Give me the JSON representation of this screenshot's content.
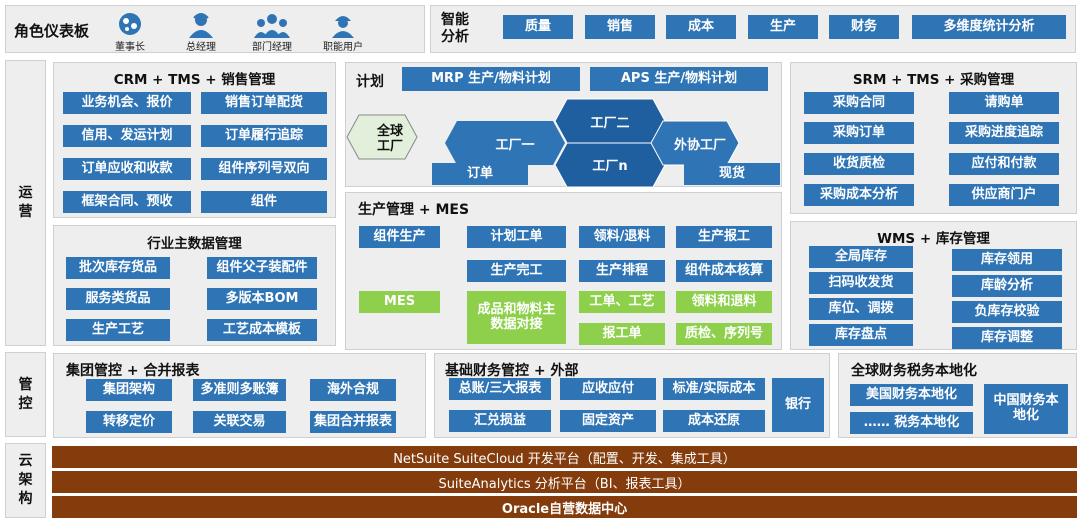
{
  "role_dashboard": {
    "title": "角色仪表板",
    "roles": [
      {
        "label": "董事长",
        "icon": "chairman-icon"
      },
      {
        "label": "总经理",
        "icon": "general-manager-icon"
      },
      {
        "label": "部门经理",
        "icon": "department-manager-icon"
      },
      {
        "label": "职能用户",
        "icon": "functional-user-icon"
      }
    ]
  },
  "smart_analysis": {
    "title": "智能分析",
    "items": [
      "质量",
      "销售",
      "成本",
      "生产",
      "财务",
      "多维度统计分析"
    ]
  },
  "side_labels": {
    "operations": "运营",
    "control": "管控",
    "cloud": "云架构"
  },
  "crm": {
    "title": "CRM + TMS + 销售管理",
    "items": [
      "业务机会、报价",
      "销售订单配货",
      "信用、发运计划",
      "订单履行追踪",
      "订单应收和收款",
      "组件序列号双向",
      "框架合同、预收",
      "组件"
    ]
  },
  "plan": {
    "title": "计划",
    "mrp": "MRP 生产/物料计划",
    "aps": "APS 生产/物料计划",
    "global_factory": "全球工厂",
    "factory_1": "工厂一",
    "factory_2": "工厂二",
    "factory_n": "工厂n",
    "outsource": "外协工厂",
    "order": "订单",
    "stock": "现货"
  },
  "srm": {
    "title": "SRM + TMS + 采购管理",
    "items": [
      "采购合同",
      "请购单",
      "采购订单",
      "采购进度追踪",
      "收货质检",
      "应付和付款",
      "采购成本分析",
      "供应商门户"
    ]
  },
  "mdm": {
    "title": "行业主数据管理",
    "items": [
      "批次库存货品",
      "组件父子装配件",
      "服务类货品",
      "多版本BOM",
      "生产工艺",
      "工艺成本模板"
    ]
  },
  "mes": {
    "title": "生产管理 + MES",
    "items": [
      "组件生产",
      "计划工单",
      "领料/退料",
      "生产报工",
      "生产完工",
      "生产排程",
      "组件成本核算",
      "MES",
      "成品和物料主数据对接",
      "工单、工艺",
      "领料和退料",
      "报工单",
      "质检、序列号"
    ]
  },
  "wms": {
    "title": "WMS + 库存管理",
    "items": [
      "全局库存",
      "库存领用",
      "扫码收发货",
      "库龄分析",
      "库位、调拨",
      "负库存校验",
      "库存盘点",
      "库存调整"
    ]
  },
  "group": {
    "title": "集团管控 + 合并报表",
    "items": [
      "集团架构",
      "多准则多账簿",
      "海外合规",
      "转移定价",
      "关联交易",
      "集团合并报表"
    ]
  },
  "finance": {
    "title": "基础财务管控 + 外部",
    "items": [
      "总账/三大报表",
      "应收应付",
      "标准/实际成本",
      "汇兑损益",
      "固定资产",
      "成本还原",
      "银行"
    ]
  },
  "tax": {
    "title": "全球财务税务本地化",
    "items": [
      "美国财务本地化",
      "…… 税务本地化",
      "中国财务本地化"
    ]
  },
  "cloud": {
    "suitecloud": "NetSuite SuiteCloud 开发平台（配置、开发、集成工具）",
    "suiteanalytics": "SuiteAnalytics 分析平台（BI、报表工具）",
    "datacenter": "Oracle自营数据中心"
  },
  "colors": {
    "blue": "#2f75b6",
    "green": "#8ed04c",
    "brown": "#843c0c",
    "panel": "#eeeeee"
  }
}
